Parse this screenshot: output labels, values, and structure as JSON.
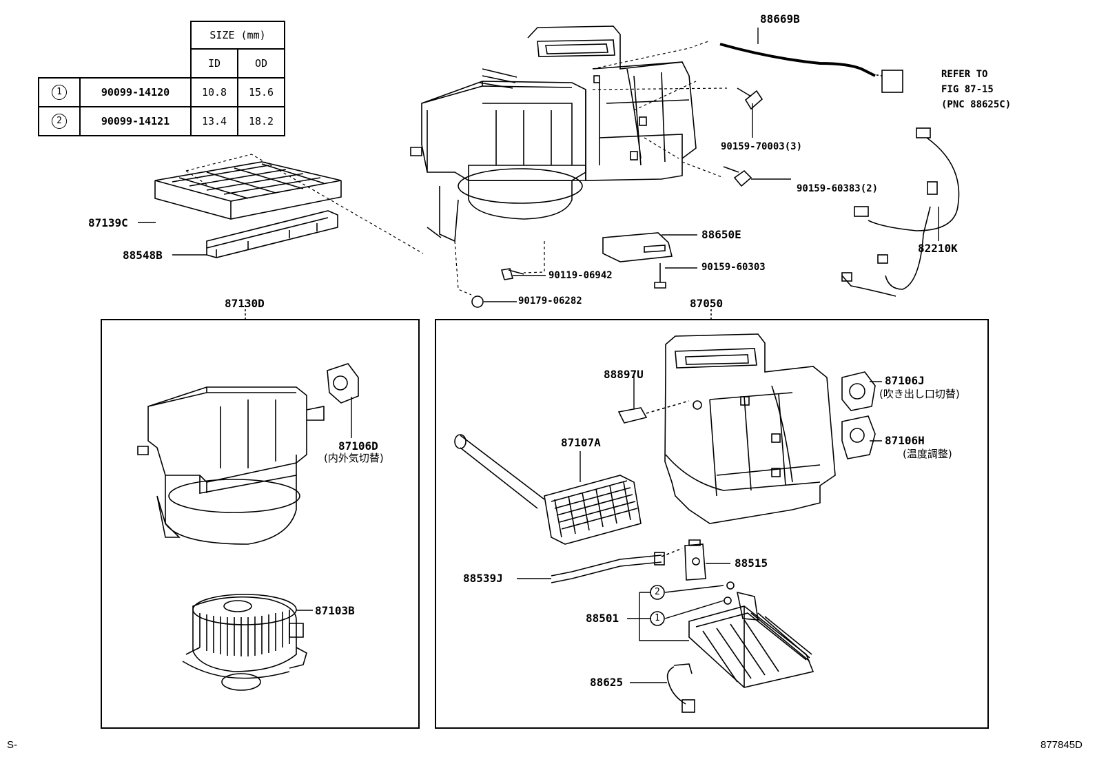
{
  "spec_table": {
    "size_header": "SIZE (mm)",
    "col_id": "ID",
    "col_od": "OD",
    "rows": [
      {
        "mark": "1",
        "part": "90099-14120",
        "id": "10.8",
        "od": "15.6"
      },
      {
        "mark": "2",
        "part": "90099-14121",
        "id": "13.4",
        "od": "18.2"
      }
    ]
  },
  "labels": {
    "p88669B": "88669B",
    "refer_to": "REFER TO",
    "refer_fig": "FIG 87-15",
    "refer_pnc": "(PNC 88625C)",
    "p90159_70003": "90159-70003(3)",
    "p90159_60383": "90159-60383(2)",
    "p88650E": "88650E",
    "p90159_60303": "90159-60303",
    "p90119_06942": "90119-06942",
    "p90179_06282": "90179-06282",
    "p82210K": "82210K",
    "p87139C": "87139C",
    "p88548B": "88548B",
    "p87130D": "87130D",
    "p87050": "87050",
    "p87106D": "87106D",
    "p87106D_jp": "(内外気切替)",
    "p87103B": "87103B",
    "p88897U": "88897U",
    "p87107A": "87107A",
    "p87106J": "87106J",
    "p87106J_jp": "(吹き出し口切替)",
    "p87106H": "87106H",
    "p87106H_jp": "(温度調整)",
    "p88539J": "88539J",
    "p88515": "88515",
    "p88501": "88501",
    "p88625": "88625",
    "circle1": "1",
    "circle2": "2",
    "footer_left": "S-",
    "footer_right": "877845D"
  }
}
